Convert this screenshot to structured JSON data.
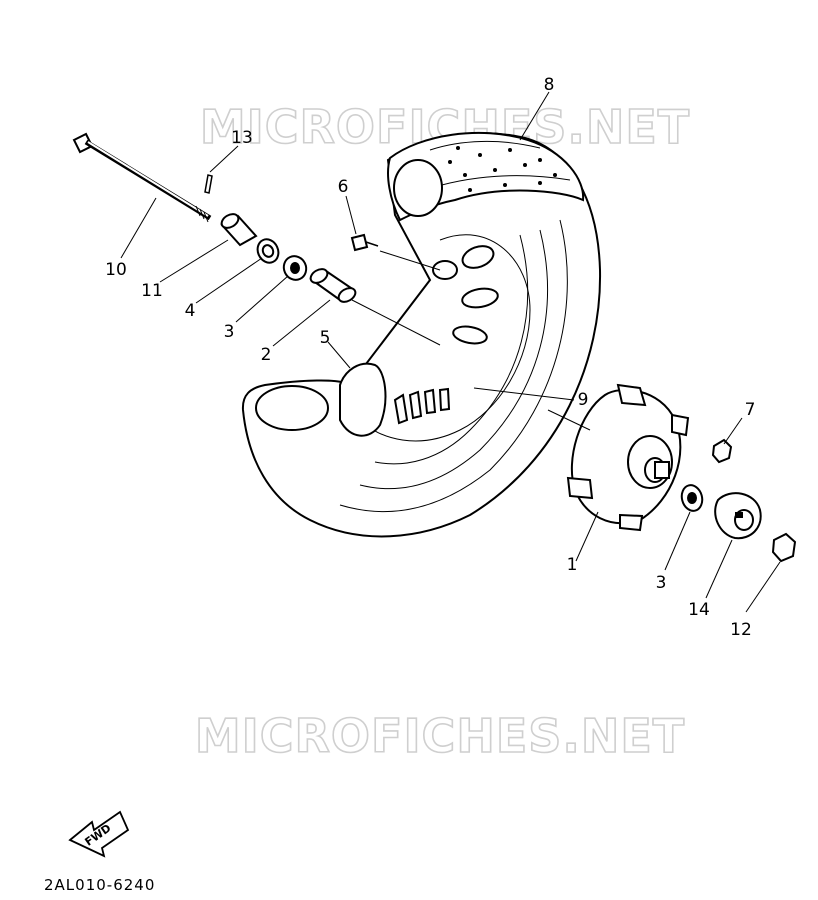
{
  "watermark": {
    "top": "MICROFICHES.NET",
    "bottom": "MICROFICHES.NET"
  },
  "callouts": [
    {
      "id": "1",
      "label": "1"
    },
    {
      "id": "2",
      "label": "2"
    },
    {
      "id": "3a",
      "label": "3"
    },
    {
      "id": "3b",
      "label": "3"
    },
    {
      "id": "4",
      "label": "4"
    },
    {
      "id": "5",
      "label": "5"
    },
    {
      "id": "6",
      "label": "6"
    },
    {
      "id": "7",
      "label": "7"
    },
    {
      "id": "8",
      "label": "8"
    },
    {
      "id": "9",
      "label": "9"
    },
    {
      "id": "10",
      "label": "10"
    },
    {
      "id": "11",
      "label": "11"
    },
    {
      "id": "12",
      "label": "12"
    },
    {
      "id": "13",
      "label": "13"
    },
    {
      "id": "14",
      "label": "14"
    }
  ],
  "fwd_label": "FWD",
  "diagram_code": "2AL010-6240"
}
